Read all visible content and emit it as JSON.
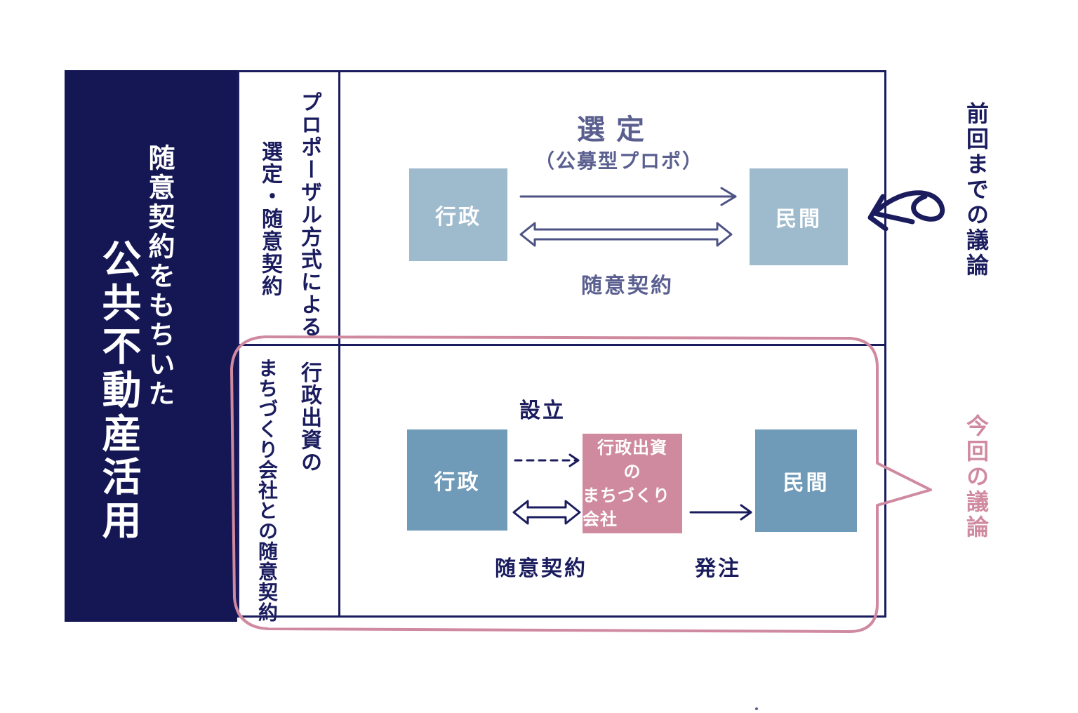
{
  "panel": {
    "subtitle": "随意契約をもちいた",
    "title": "公共不動産活用"
  },
  "rows": [
    {
      "label_lines": [
        "プロポーザル方式による",
        "選定・随意契約"
      ],
      "gov_label": "行政",
      "private_label": "民間",
      "top_label": "選定",
      "top_sub_label": "（公募型プロポ）",
      "bottom_label": "随意契約"
    },
    {
      "label_lines": [
        "行政出資の",
        "まちづくり会社との随意契約"
      ],
      "gov_label": "行政",
      "company_label_lines": [
        "行政出資",
        "の",
        "まちづくり会社"
      ],
      "private_label": "民間",
      "establish_label": "設立",
      "contract_label": "随意契約",
      "order_label": "発注"
    }
  ],
  "side_notes": {
    "previous": "前回までの議論",
    "current": "今回の議論"
  },
  "colors": {
    "navy": "#141754",
    "line": "#1a1c5e",
    "box_light": "#9ebacd",
    "box_mid": "#6f9ab8",
    "pink": "#d08aa0"
  }
}
